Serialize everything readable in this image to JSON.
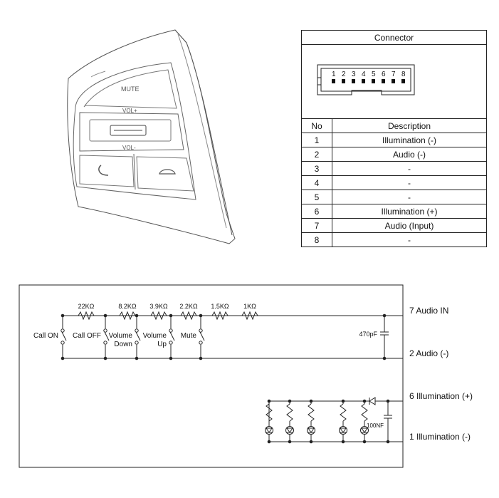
{
  "connector": {
    "title": "Connector",
    "pin_numbers": [
      "1",
      "2",
      "3",
      "4",
      "5",
      "6",
      "7",
      "8"
    ],
    "col_no": "No",
    "col_desc": "Description",
    "rows": [
      {
        "no": "1",
        "desc": "Illumination (-)"
      },
      {
        "no": "2",
        "desc": "Audio (-)"
      },
      {
        "no": "3",
        "desc": "-"
      },
      {
        "no": "4",
        "desc": "-"
      },
      {
        "no": "5",
        "desc": "-"
      },
      {
        "no": "6",
        "desc": "Illumination (+)"
      },
      {
        "no": "7",
        "desc": "Audio (Input)"
      },
      {
        "no": "8",
        "desc": "-"
      }
    ]
  },
  "switch_labels": {
    "mute": "MUTE",
    "vol_up": "VOL+",
    "vol_down": "VOL-"
  },
  "schematic": {
    "resistors": [
      "22KΩ",
      "8.2KΩ",
      "3.9KΩ",
      "2.2KΩ",
      "1.5KΩ",
      "1KΩ"
    ],
    "switches": [
      {
        "line1": "Call ON",
        "line2": ""
      },
      {
        "line1": "Call OFF",
        "line2": ""
      },
      {
        "line1": "Volume",
        "line2": "Down"
      },
      {
        "line1": "Volume",
        "line2": "Up"
      },
      {
        "line1": "Mute",
        "line2": ""
      }
    ],
    "capacitor_audio": "470pF",
    "capacitor_illum": "100NF",
    "terminals": {
      "audio_in": "7  Audio IN",
      "audio_minus": "2  Audio (-)",
      "illum_plus": "6  Illumination (+)",
      "illum_minus": "1  Illumination (-)"
    }
  }
}
